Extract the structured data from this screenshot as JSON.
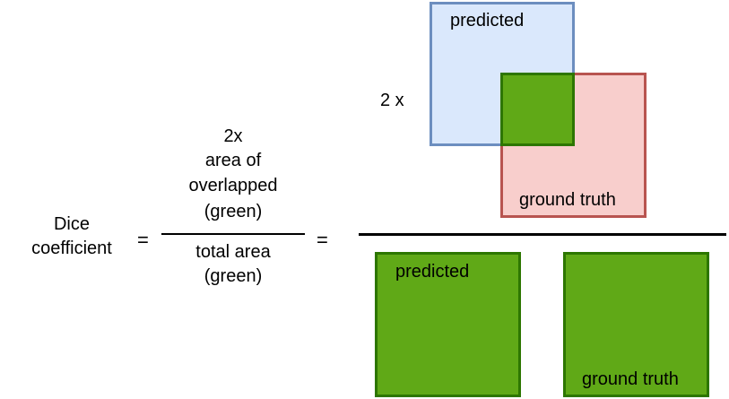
{
  "lhs": {
    "line1": "Dice",
    "line2": "coefficient"
  },
  "equals_sign": "=",
  "middle_fraction": {
    "numerator": [
      "2x",
      "area of",
      "overlapped",
      "(green)"
    ],
    "denominator": [
      "total area",
      "(green)"
    ]
  },
  "right_fraction": {
    "multiplier": "2 x",
    "top_predicted_label": "predicted",
    "top_ground_truth_label": "ground truth",
    "bottom_predicted_label": "predicted",
    "bottom_ground_truth_label": "ground truth"
  },
  "colors": {
    "predicted_fill": "#dae8fc",
    "predicted_border": "#6c8ebf",
    "ground_truth_fill": "#f8cecc",
    "ground_truth_border": "#b85450",
    "overlap_fill": "#60a917",
    "overlap_border": "#2d7600"
  }
}
